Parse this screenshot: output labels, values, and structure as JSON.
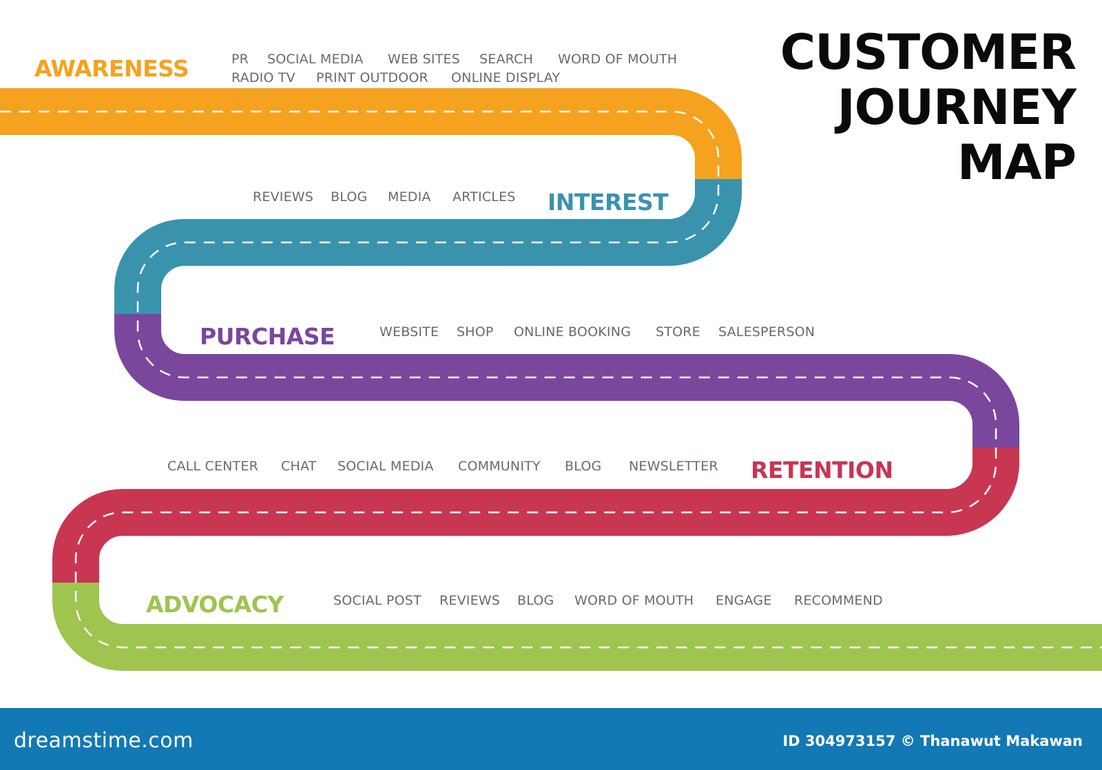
{
  "title": {
    "line1": "CUSTOMER",
    "line2": "JOURNEY",
    "line3": "MAP"
  },
  "colors": {
    "awareness": "#f5a21f",
    "interest": "#3a93ad",
    "purchase": "#7a479c",
    "retention": "#c83652",
    "advocacy": "#9fc44f",
    "footer": "#1279b4",
    "dash": "#ffffff"
  },
  "stages": {
    "awareness": {
      "label": "AWARENESS",
      "touchpoints": [
        "PR",
        "SOCIAL MEDIA",
        "WEB SITES",
        "SEARCH",
        "WORD OF MOUTH",
        "RADIO TV",
        "PRINT OUTDOOR",
        "ONLINE DISPLAY"
      ]
    },
    "interest": {
      "label": "INTEREST",
      "touchpoints": [
        "REVIEWS",
        "BLOG",
        "MEDIA",
        "ARTICLES"
      ]
    },
    "purchase": {
      "label": "PURCHASE",
      "touchpoints": [
        "WEBSITE",
        "SHOP",
        "ONLINE BOOKING",
        "STORE",
        "SALESPERSON"
      ]
    },
    "retention": {
      "label": "RETENTION",
      "touchpoints": [
        "CALL CENTER",
        "CHAT",
        "SOCIAL MEDIA",
        "COMMUNITY",
        "BLOG",
        "NEWSLETTER"
      ]
    },
    "advocacy": {
      "label": "ADVOCACY",
      "touchpoints": [
        "SOCIAL POST",
        "REVIEWS",
        "BLOG",
        "WORD OF MOUTH",
        "ENGAGE",
        "RECOMMEND"
      ]
    }
  },
  "footer": {
    "logo": "dreamstime.com",
    "credit": "ID 304973157 © Thanawut Makawan"
  }
}
